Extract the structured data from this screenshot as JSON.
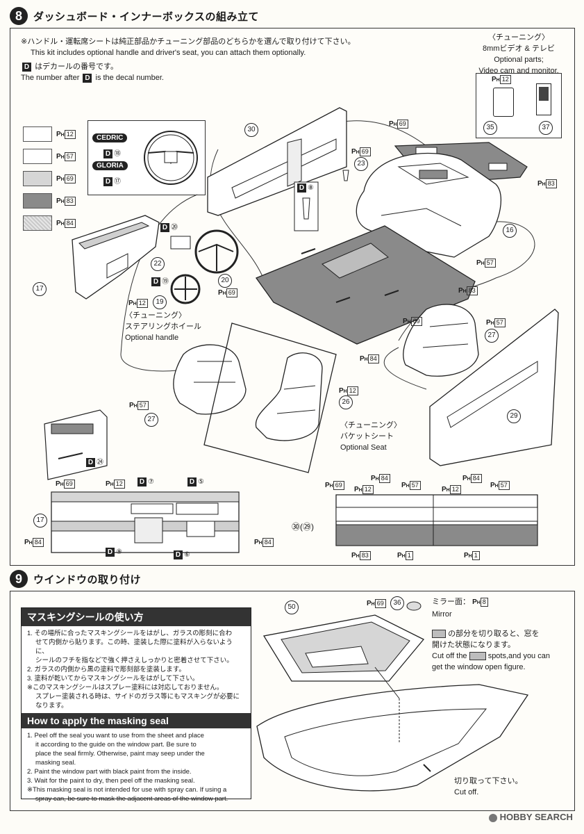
{
  "step8": {
    "number": "8",
    "title": "ダッシュボード・インナーボックスの組み立て",
    "note_jp": "※ハンドル・運転席シートは純正部品かチューニング部品のどちらかを選んで取り付けて下さい。",
    "note_en": "This kit includes optional handle and driver's seat, you can attach them optionally.",
    "decal_jp": "はデカールの番号です。",
    "decal_en_a": "The number after",
    "decal_en_b": "is the decal number.",
    "decal_mark": "D",
    "tuning_video_jp": "〈チューニング〉",
    "tuning_video_jp2": "8mmビデオ & テレビ",
    "tuning_video_en1": "Optional parts;",
    "tuning_video_en2": "Video cam and monitor.",
    "color_chart": [
      {
        "code": "12",
        "color": "#ffffff"
      },
      {
        "code": "57",
        "color": "#ffffff"
      },
      {
        "code": "69",
        "color": "#d6d6d6"
      },
      {
        "code": "83",
        "color": "#8a8a8a"
      },
      {
        "code": "84",
        "color": "#cfcfcf"
      }
    ],
    "ph_prefix": "P",
    "ph_sub": "H",
    "cedric": "CEDRIC",
    "gloria": "GLORIA",
    "decal_18": "⑱",
    "decal_17": "⑰",
    "steering_jp": "〈チューニング〉",
    "steering_jp2": "ステアリングホイール",
    "steering_en": "Optional handle",
    "seat_jp": "〈チューニング〉",
    "seat_jp2": "バケットシート",
    "seat_en": "Optional Seat",
    "parts": [
      "30",
      "23",
      "35",
      "37",
      "16",
      "17",
      "20",
      "22",
      "19",
      "27",
      "26",
      "29"
    ],
    "d_labels": {
      "d20": "⑳",
      "d19": "⑲",
      "d8": "⑧",
      "d24": "㉔",
      "d7": "⑦",
      "d5": "⑤",
      "d9": "⑨",
      "d6": "⑥"
    },
    "ph_labels": {
      "p12a": "12",
      "p69a": "69",
      "p69b": "69",
      "p83a": "83",
      "p57a": "57",
      "p83b": "83",
      "p69c": "69",
      "p84a": "84",
      "p57b": "57",
      "p12b": "12",
      "p57c": "57",
      "p12c": "12",
      "p69d": "69",
      "p84b": "84",
      "p84c": "84",
      "p69e": "69",
      "p84d": "84",
      "p12d": "12",
      "p57d": "57",
      "p83c": "83",
      "p1a": "1",
      "p12e": "12",
      "p84e": "84",
      "p57e": "57",
      "p1b": "1"
    },
    "detail_30_29": "㉚(㉙)"
  },
  "step9": {
    "number": "9",
    "title": "ウインドウの取り付け",
    "mask_title_jp": "マスキングシールの使い方",
    "mask_jp": [
      "1. その場所に合ったマスキングシールをはがし、ガラスの彫刻に合わ",
      "せて内側から貼ります。この時、塗装した際に塗料が入らないように、",
      "シールのフチを指などで強く押さえしっかりと密着させて下さい。",
      "2. ガラスの内側から黒の塗料で彫刻部を塗装します。",
      "3. 塗料が乾いてからマスキングシールをはがして下さい。",
      "※このマスキングシールはスプレー塗料には対応しておりません。",
      "スプレー塗装される時は、サイドのガラス等にもマスキングが必要になります。"
    ],
    "mask_title_en": "How to apply the masking seal",
    "mask_en": [
      "1. Peel off the seal you want to use from the sheet and place",
      "it according to the guide on the window part. Be sure to",
      "place the seal firmly. Otherwise, paint may seep under the",
      "masking seal.",
      "2. Paint the window part with black paint from the inside.",
      "3. Wait for the paint to dry, then peel off the masking seal.",
      "※This masking seal is not intended for use with spray can. If using a",
      "spray can, be sure to mask the adjacent areas of the window part."
    ],
    "part50": "50",
    "part36": "36",
    "p69": "69",
    "mirror_jp": "ミラー面：",
    "mirror_code": "8",
    "mirror_en": "Mirror",
    "cutoff_jp1": "の部分を切り取ると、窓を",
    "cutoff_jp2": "開けた状態になります。",
    "cutoff_en1": "Cut off the",
    "cutoff_en2": "spots,and you can",
    "cutoff_en3": "get the window open figure.",
    "cut_jp": "切り取って下さい。",
    "cut_en": "Cut off."
  },
  "watermark": "HOBBY SEARCH",
  "colors": {
    "dark": "#222222",
    "gray": "#8a8a8a",
    "light": "#d6d6d6"
  }
}
